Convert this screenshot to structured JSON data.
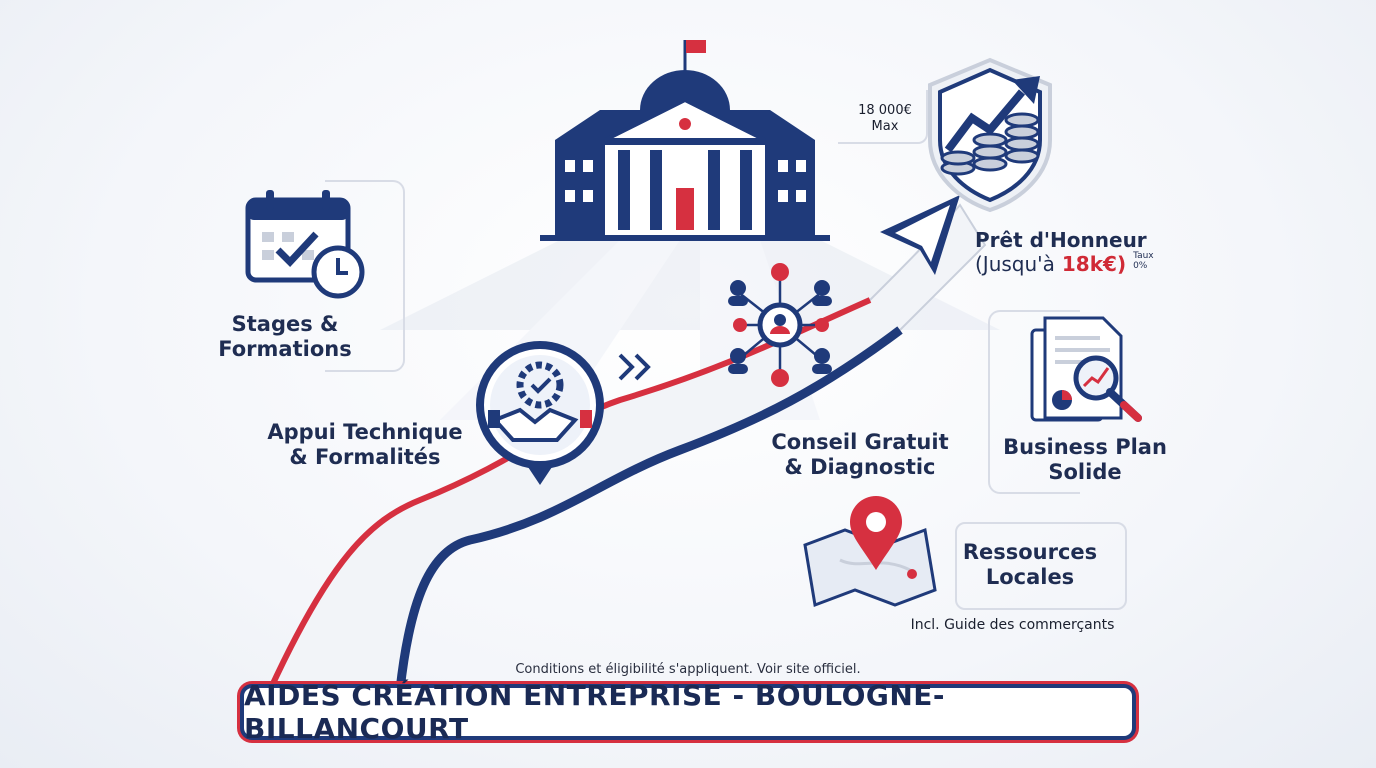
{
  "labels": {
    "stages": [
      "Stages &",
      "Formations"
    ],
    "appui": [
      "Appui Technique",
      "& Formalités"
    ],
    "conseil": [
      "Conseil Gratuit",
      "& Diagnostic"
    ],
    "business": [
      "Business Plan",
      "Solide"
    ],
    "ressources": [
      "Ressources",
      "Locales"
    ],
    "ressources_note": "Incl. Guide des commerçants",
    "pret_title": "Prêt d'Honneur",
    "pret_jusqua": "(Jusqu'à",
    "pret_amount": "18k€)",
    "pret_taux": "Taux",
    "pret_rate": "0%",
    "max_amount": "18 000€",
    "max_label": "Max"
  },
  "footnote": "Conditions et éligibilité s'appliquent. Voir site officiel.",
  "banner_title": "AIDES CRÉATION ENTREPRISE - BOULOGNE-BILLANCOURT",
  "colors": {
    "navy": "#1f3a7a",
    "red": "#d63040",
    "grey": "#d8dce6"
  }
}
